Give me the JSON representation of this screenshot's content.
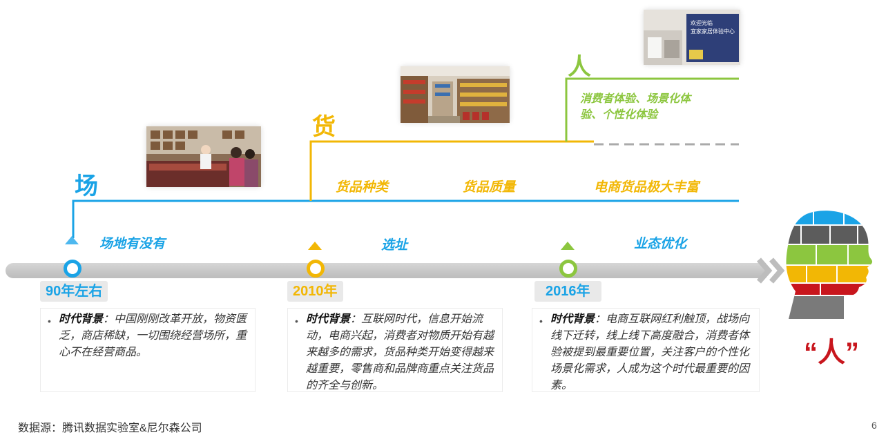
{
  "tiers": {
    "chang": {
      "char": "场",
      "label": "场地有没有",
      "color": "#1aa3e6"
    },
    "huo": {
      "char": "货",
      "labels": [
        "货品种类",
        "货品质量",
        "电商货品极大丰富"
      ],
      "color": "#f2b705"
    },
    "ren": {
      "char": "人",
      "label_line1": "消费者体验、场景化体",
      "label_line2": "验、个性化体验",
      "color": "#8cc63f"
    }
  },
  "milestones": [
    {
      "year": "90年左右",
      "tag": "时代背景",
      "desc": "：中国刚刚改革开放，物资匮乏，商店稀缺，一切围绕经营场所，重心不在经营商品。",
      "color": "#1aa3e6"
    },
    {
      "year": "2010年",
      "tag": "时代背景",
      "desc": "：互联网时代，信息开始流动，电商兴起，消费者对物质开始有越来越多的需求，货品种类开始变得越来越重要，零售商和品牌商重点关注货品的齐全与创新。",
      "color": "#f2b705",
      "above": "选址"
    },
    {
      "year": "2016年",
      "tag": "时代背景",
      "desc": "：电商互联网红利触顶，战场向线下迁转，线上线下高度融合，消费者体验被提到最重要位置，关注客户的个性化场景化需求，人成为这个时代最重要的因素。",
      "color": "#8cc63f",
      "above": "业态优化"
    }
  ],
  "ren_quote": "“人”",
  "source": "数据源：腾讯数据实验室&尼尔森公司",
  "page_num": "6",
  "photo_sign_lines": [
    "欢迎光临",
    "宜家家居体验中心"
  ],
  "colors": {
    "blue": "#1aa3e6",
    "yellow": "#f2b705",
    "green": "#8cc63f",
    "red": "#c8161d",
    "gray": "#c8c8c8"
  }
}
